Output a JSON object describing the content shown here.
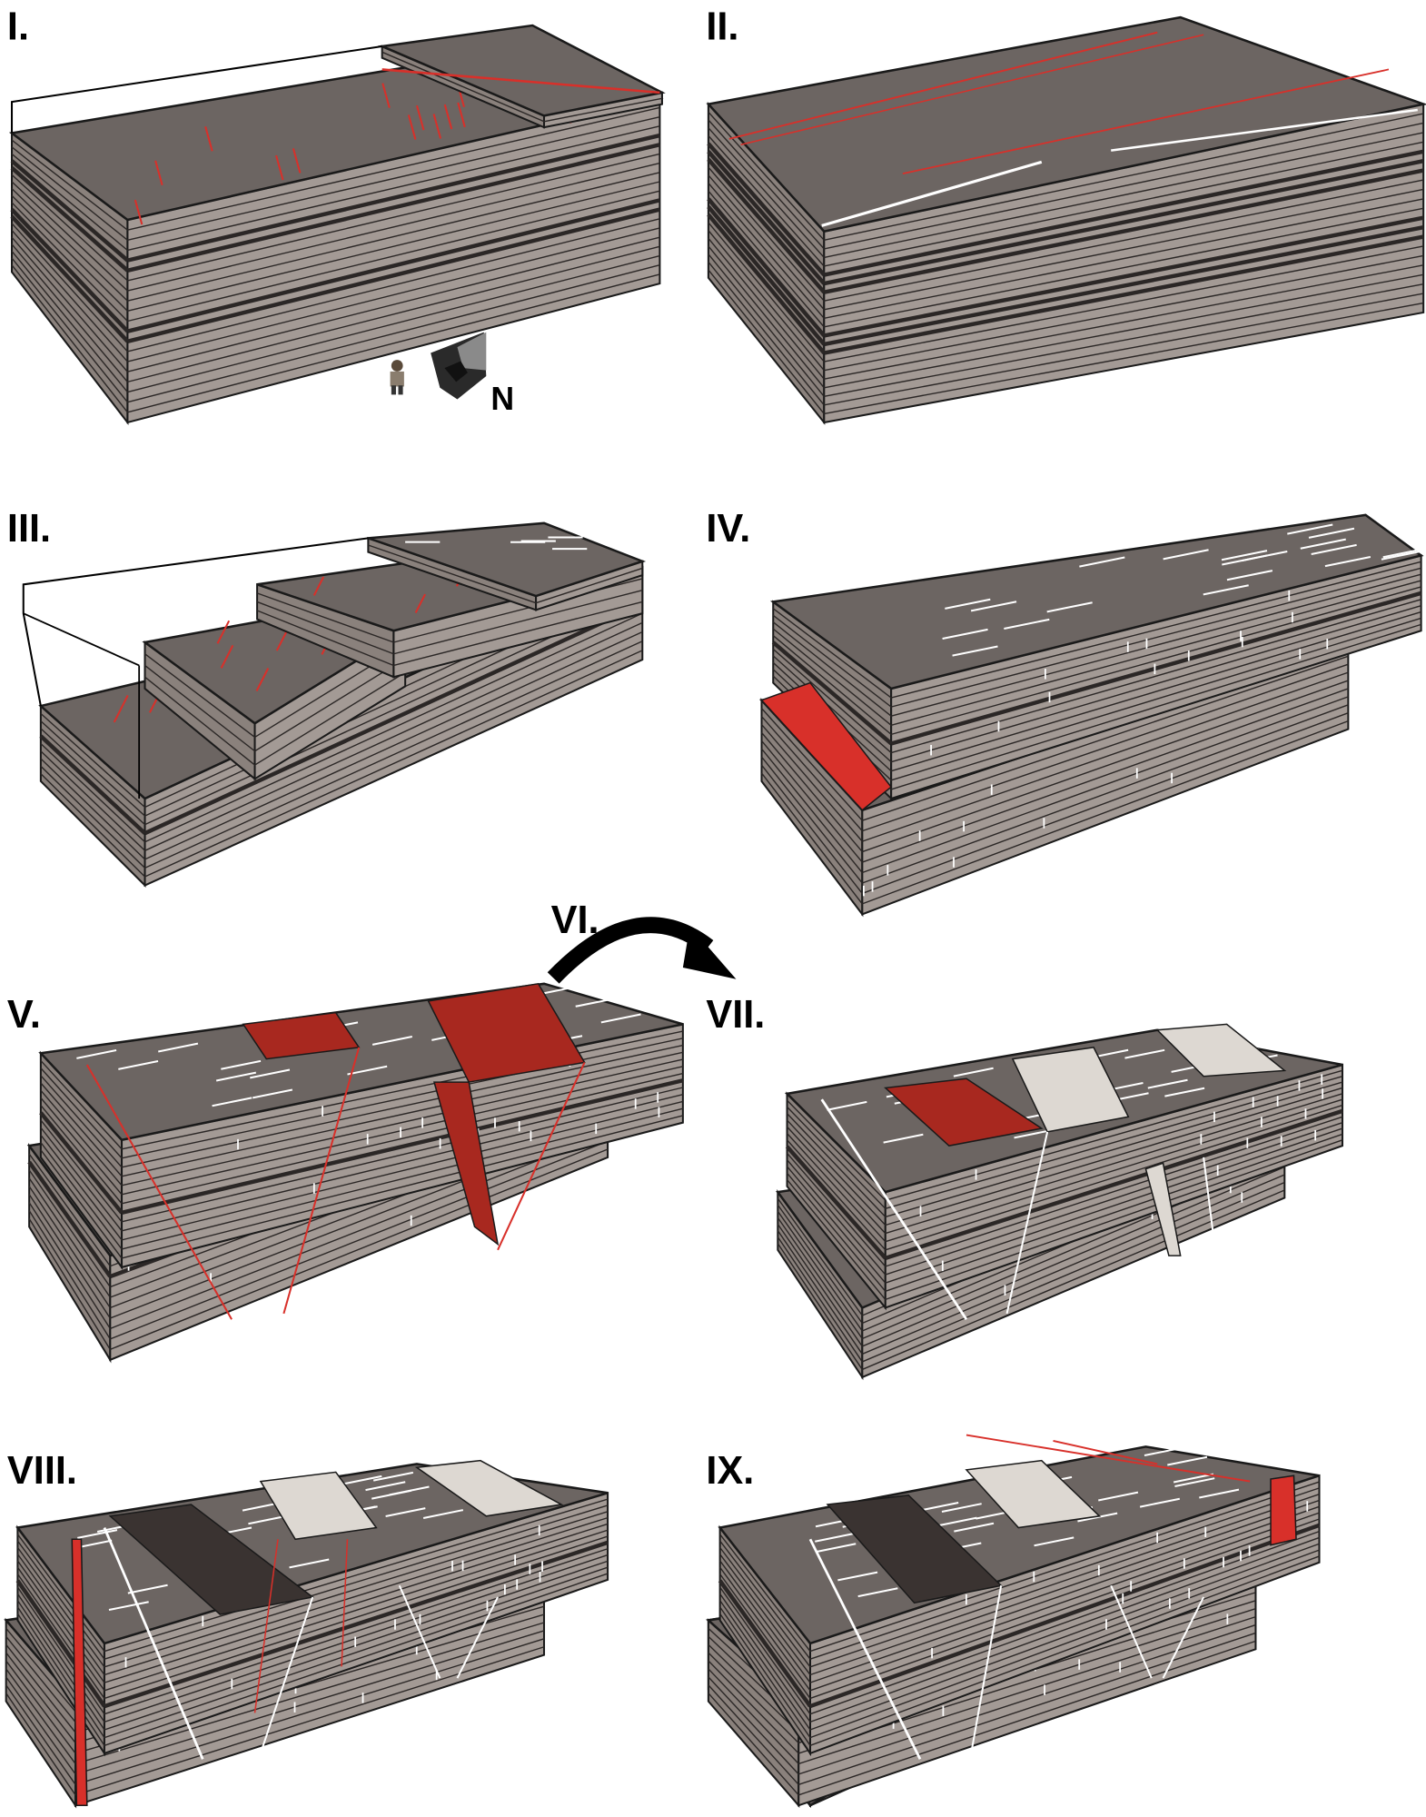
{
  "panels": [
    {
      "id": "I",
      "label": "I."
    },
    {
      "id": "II",
      "label": "II."
    },
    {
      "id": "III",
      "label": "III."
    },
    {
      "id": "IV",
      "label": "IV."
    },
    {
      "id": "V",
      "label": "V."
    },
    {
      "id": "VI",
      "label": "VI."
    },
    {
      "id": "VII",
      "label": "VII."
    },
    {
      "id": "VIII",
      "label": "VIII."
    },
    {
      "id": "IX",
      "label": "IX."
    }
  ],
  "compass": {
    "north_label": "N",
    "icon": "north-arrow-icon"
  },
  "scale_figure": {
    "icon": "person-scale-icon"
  },
  "colors": {
    "top_face": "#6c6562",
    "front_face": "#a39a95",
    "side_face": "#8a817c",
    "dark_band": "#2b2726",
    "outline": "#1a1a1a",
    "red_fracture": "#d8302a",
    "fault_red": "#a8281f",
    "white_fracture": "#ffffff",
    "cemented_band": "#ddd8d2",
    "eroded_band": "#3a3331"
  }
}
